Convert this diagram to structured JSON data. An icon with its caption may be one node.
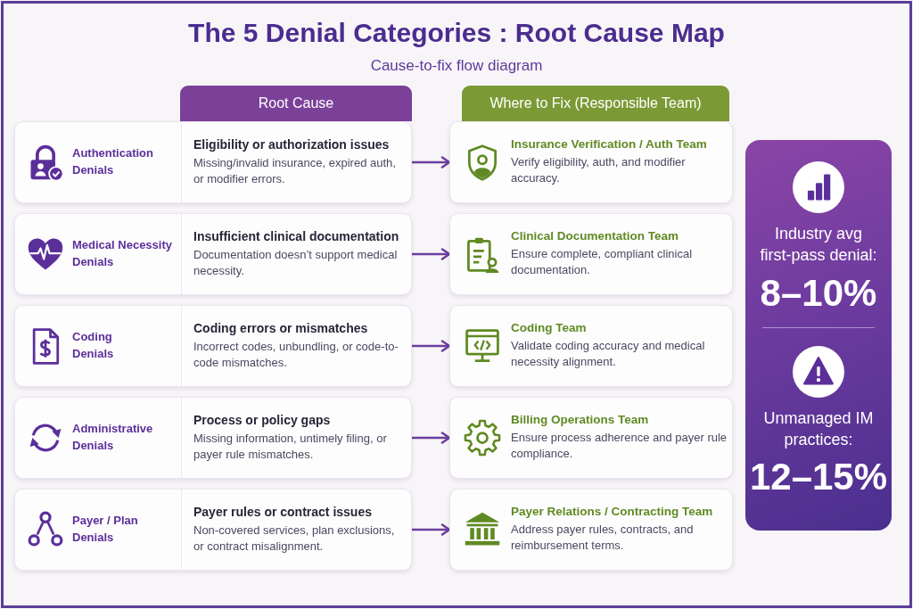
{
  "diagram": {
    "title": "The 5 Denial Categories : Root Cause Map",
    "nodes": [
      {
        "text": [
          "Root Cause"
        ]
      },
      {
        "text": [
          "Where to Fix (Responsible Team)"
        ]
      },
      {
        "text": [
          "Authentication Denials",
          "Eligibility or authorization issues",
          "Missing/invalid insurance, expired auth, or modifier errors."
        ]
      },
      {
        "text": [
          "Insurance Verification / Auth Team",
          "Verify eligibility, auth, and modifier accuracy."
        ]
      },
      {
        "text": [
          "Medical Necessity Denials",
          "Insufficient clinical documentation",
          "Documentation doesn’t support medical necessity."
        ]
      },
      {
        "text": [
          "Clinical Documentation Team",
          "Ensure complete, compliant clinical documentation."
        ]
      },
      {
        "text": [
          "Coding Denials",
          "Coding errors or mismatches",
          "Incorrect codes, unbundling, or code-to-code mismatches."
        ]
      },
      {
        "text": [
          "Coding Team",
          "Validate coding accuracy and medical necessity alignment."
        ]
      },
      {
        "text": [
          "Administrative Denials",
          "Process or policy gaps",
          "Missing information, untimely filing, or payer rule mismatches."
        ]
      },
      {
        "text": [
          "Billing Operations Team",
          "Ensure process adherence and payer rule compliance."
        ]
      },
      {
        "text": [
          "Payer / Plan Denials",
          "Payer rules or contract issues",
          "Non-covered services, plan exclusions, or contract misalignment."
        ]
      },
      {
        "text": [
          "Payer Relations / Contracting Team",
          "Address payer rules, contracts, and reimbursement terms."
        ]
      },
      {
        "text": [
          "Industry avg first-pass denial:",
          "8–10%",
          "Unmanaged IM practices:",
          "12–15%"
        ]
      }
    ],
    "edges": [
      {
        "from": 2,
        "to": 3,
        "arrow": "to"
      },
      {
        "from": 4,
        "to": 5,
        "arrow": "to"
      },
      {
        "from": 6,
        "to": 7,
        "arrow": "to"
      },
      {
        "from": 8,
        "to": 9,
        "arrow": "to"
      },
      {
        "from": 10,
        "to": 11,
        "arrow": "to"
      }
    ],
    "labels": [
      "Cause-to-fix flow diagram"
    ]
  }
}
